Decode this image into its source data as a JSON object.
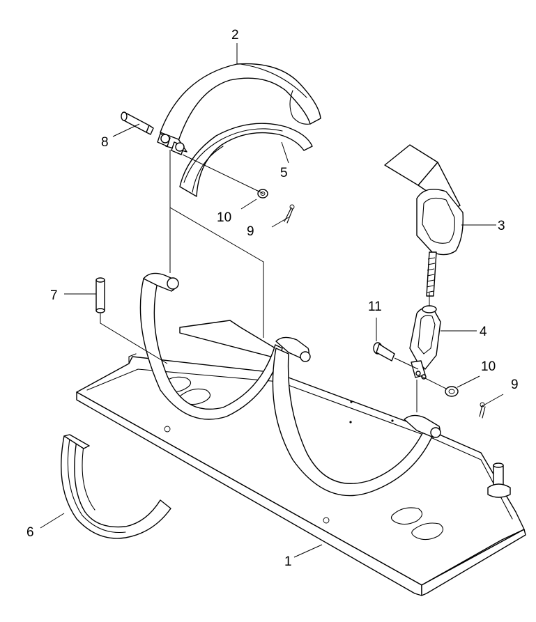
{
  "callouts": {
    "c1": "1",
    "c2": "2",
    "c3": "3",
    "c4": "4",
    "c5": "5",
    "c6": "6",
    "c7": "7",
    "c8": "8",
    "c9a": "9",
    "c9b": "9",
    "c10a": "10",
    "c10b": "10",
    "c11": "11"
  },
  "colors": {
    "line": "#000000",
    "background": "#ffffff"
  }
}
